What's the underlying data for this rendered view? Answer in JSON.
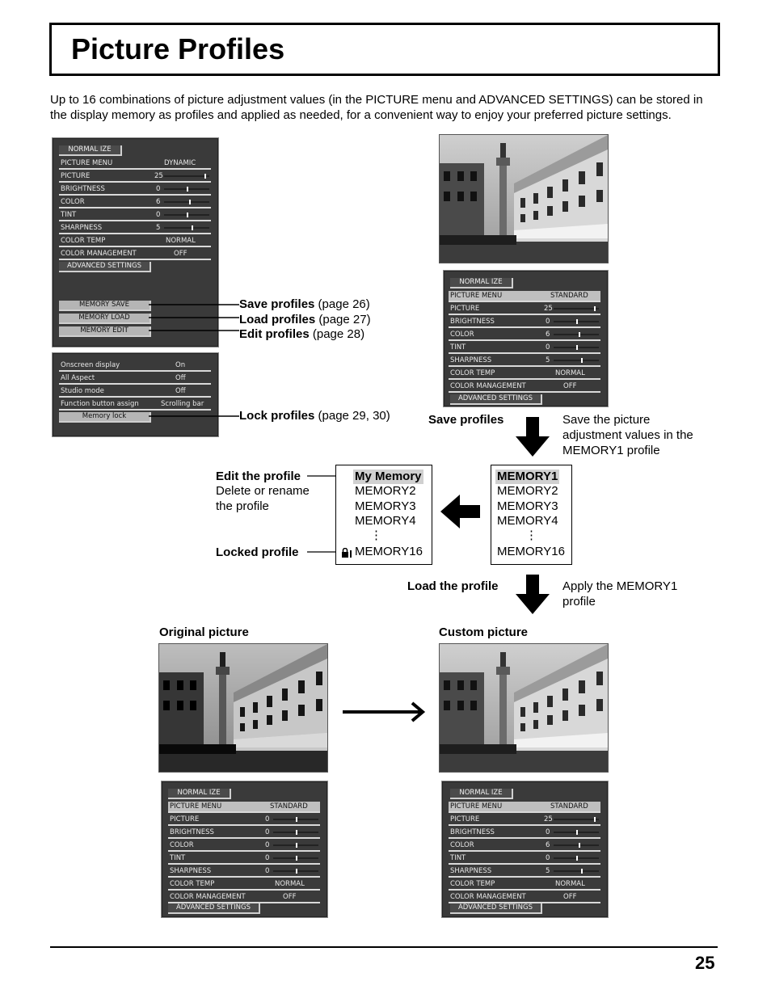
{
  "page_title": "Picture Profiles",
  "intro": "Up to 16 combinations of picture adjustment values (in the PICTURE menu and ADVANCED SETTINGS) can be stored in the display memory as profiles and applied as needed, for a convenient way to enjoy your preferred picture settings.",
  "menu_main": {
    "header": "NORMAL IZE",
    "rows": [
      {
        "label": "PICTURE MENU",
        "value": "DYNAMIC"
      },
      {
        "label": "PICTURE",
        "value": "25"
      },
      {
        "label": "BRIGHTNESS",
        "value": "0"
      },
      {
        "label": "COLOR",
        "value": "6"
      },
      {
        "label": "TINT",
        "value": "0"
      },
      {
        "label": "SHARPNESS",
        "value": "5"
      },
      {
        "label": "COLOR TEMP",
        "value": "NORMAL"
      },
      {
        "label": "COLOR MANAGEMENT",
        "value": "OFF"
      }
    ],
    "advanced": "ADVANCED SETTINGS",
    "memory_save": "MEMORY SAVE",
    "memory_load": "MEMORY LOAD",
    "memory_edit": "MEMORY EDIT"
  },
  "menu_options": {
    "rows": [
      {
        "label": "Onscreen display",
        "value": "On"
      },
      {
        "label": "All Aspect",
        "value": "Off"
      },
      {
        "label": "Studio mode",
        "value": "Off"
      },
      {
        "label": "Function button assign",
        "value": "Scrolling bar"
      }
    ],
    "memory_lock": "Memory lock"
  },
  "callouts": {
    "save_bold": "Save profiles",
    "save_ref": " (page 26)",
    "load_bold": "Load profiles",
    "load_ref": " (page 27)",
    "edit_bold": "Edit profiles",
    "edit_ref": " (page 28)",
    "lock_bold": "Lock profiles",
    "lock_ref": " (page 29, 30)"
  },
  "menu_standard_custom": {
    "header": "NORMAL IZE",
    "rows": [
      {
        "label": "PICTURE MENU",
        "value": "STANDARD"
      },
      {
        "label": "PICTURE",
        "value": "25"
      },
      {
        "label": "BRIGHTNESS",
        "value": "0"
      },
      {
        "label": "COLOR",
        "value": "6"
      },
      {
        "label": "TINT",
        "value": "0"
      },
      {
        "label": "SHARPNESS",
        "value": "5"
      },
      {
        "label": "COLOR TEMP",
        "value": "NORMAL"
      },
      {
        "label": "COLOR MANAGEMENT",
        "value": "OFF"
      }
    ],
    "advanced": "ADVANCED SETTINGS"
  },
  "menu_standard_original": {
    "header": "NORMAL IZE",
    "rows": [
      {
        "label": "PICTURE MENU",
        "value": "STANDARD"
      },
      {
        "label": "PICTURE",
        "value": "0"
      },
      {
        "label": "BRIGHTNESS",
        "value": "0"
      },
      {
        "label": "COLOR",
        "value": "0"
      },
      {
        "label": "TINT",
        "value": "0"
      },
      {
        "label": "SHARPNESS",
        "value": "0"
      },
      {
        "label": "COLOR TEMP",
        "value": "NORMAL"
      },
      {
        "label": "COLOR MANAGEMENT",
        "value": "OFF"
      }
    ],
    "advanced": "ADVANCED SETTINGS"
  },
  "flow": {
    "save_profiles": "Save profiles",
    "save_desc_1": "Save the picture",
    "save_desc_2": "adjustment values in the",
    "save_desc_3": "MEMORY1 profile",
    "edit_profile": "Edit the profile",
    "edit_desc_1": "Delete or rename",
    "edit_desc_2": "the profile",
    "locked_profile": "Locked profile",
    "load_profile": "Load the profile",
    "load_desc_1": "Apply the MEMORY1",
    "load_desc_2": "profile"
  },
  "list_edited": {
    "items": [
      "My Memory",
      "MEMORY2",
      "MEMORY3",
      "MEMORY4"
    ],
    "dots": "⋮",
    "last": "MEMORY16"
  },
  "list_saved": {
    "items": [
      "MEMORY1",
      "MEMORY2",
      "MEMORY3",
      "MEMORY4"
    ],
    "dots": "⋮",
    "last": "MEMORY16"
  },
  "original_picture": "Original picture",
  "custom_picture": "Custom picture",
  "page_number": "25"
}
